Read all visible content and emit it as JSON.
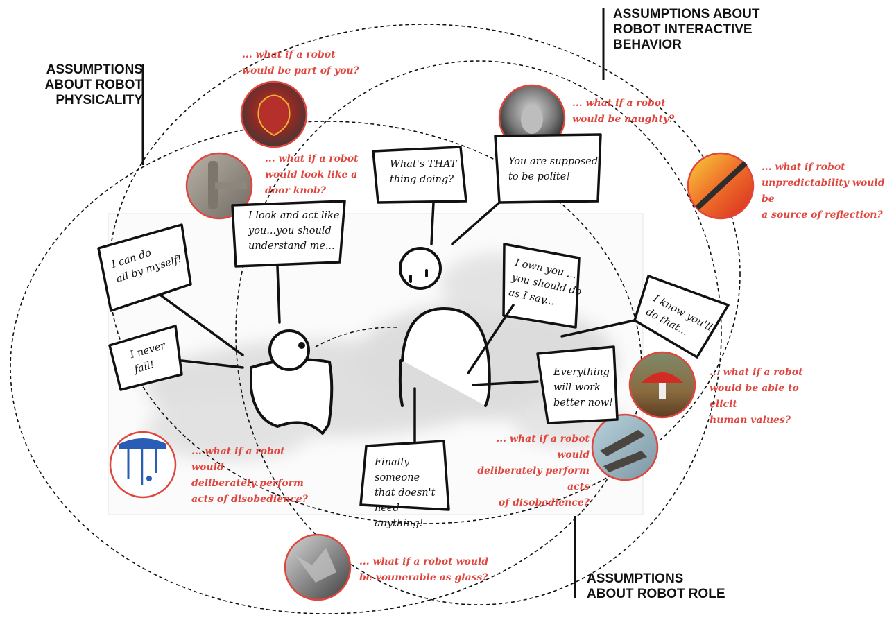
{
  "theme": {
    "accent": "#e0463e",
    "ink": "#111111"
  },
  "headings": {
    "physicality": "ASSUMPTIONS\nABOUT ROBOT\nPHYSICALITY",
    "interactive": "ASSUMPTIONS ABOUT\nROBOT INTERACTIVE\nBEHAVIOR",
    "role": "ASSUMPTIONS\nABOUT ROBOT ROLE"
  },
  "questions": {
    "part_of_you": "... what if a robot\nwould be part of you?",
    "door_knob": "... what if a robot\nwould look like a\ndoor knob?",
    "naughty": "... what if a robot\nwould be naughty?",
    "unpredictability": "... what if robot\nunpredictability would be\na source of reflection?",
    "human_values": "... what if a robot\nwould be able to elicit\nhuman values?",
    "disobedience_left": "... what if a robot would\ndeliberately perform\nacts of disobedience?",
    "disobedience_right": "... what if a robot would\ndeliberately perform acts\nof disobedience?",
    "glass": "... what if a robot would\nbe vounerable as glass?"
  },
  "speech": {
    "whats_that": "What's THAT\nthing doing?",
    "polite": "You are supposed\nto be polite!",
    "look_and_act": "I look and act like\nyou...you should\nunderstand me...",
    "can_do": "I can do\nall by myself!",
    "never_fail": "I never\nfail!",
    "own_you": "I own you ...\nyou should do\nas I say...",
    "know_youll": "I know you'll\ndo that...",
    "everything": "Everything\nwill work\nbetter now!",
    "finally": "Finally someone\nthat doesn't\nneed anything!"
  },
  "images": {
    "heart": "heart-photo",
    "door_knob": "door-knob-photo",
    "woman_portrait": "woman-portrait-photo",
    "paint_brush": "paint-brush-photo",
    "mushroom": "mushroom-photo",
    "blue_drips": "blue-drips-photo",
    "legs_heels": "legs-heels-photo",
    "glass": "broken-glass-photo"
  }
}
